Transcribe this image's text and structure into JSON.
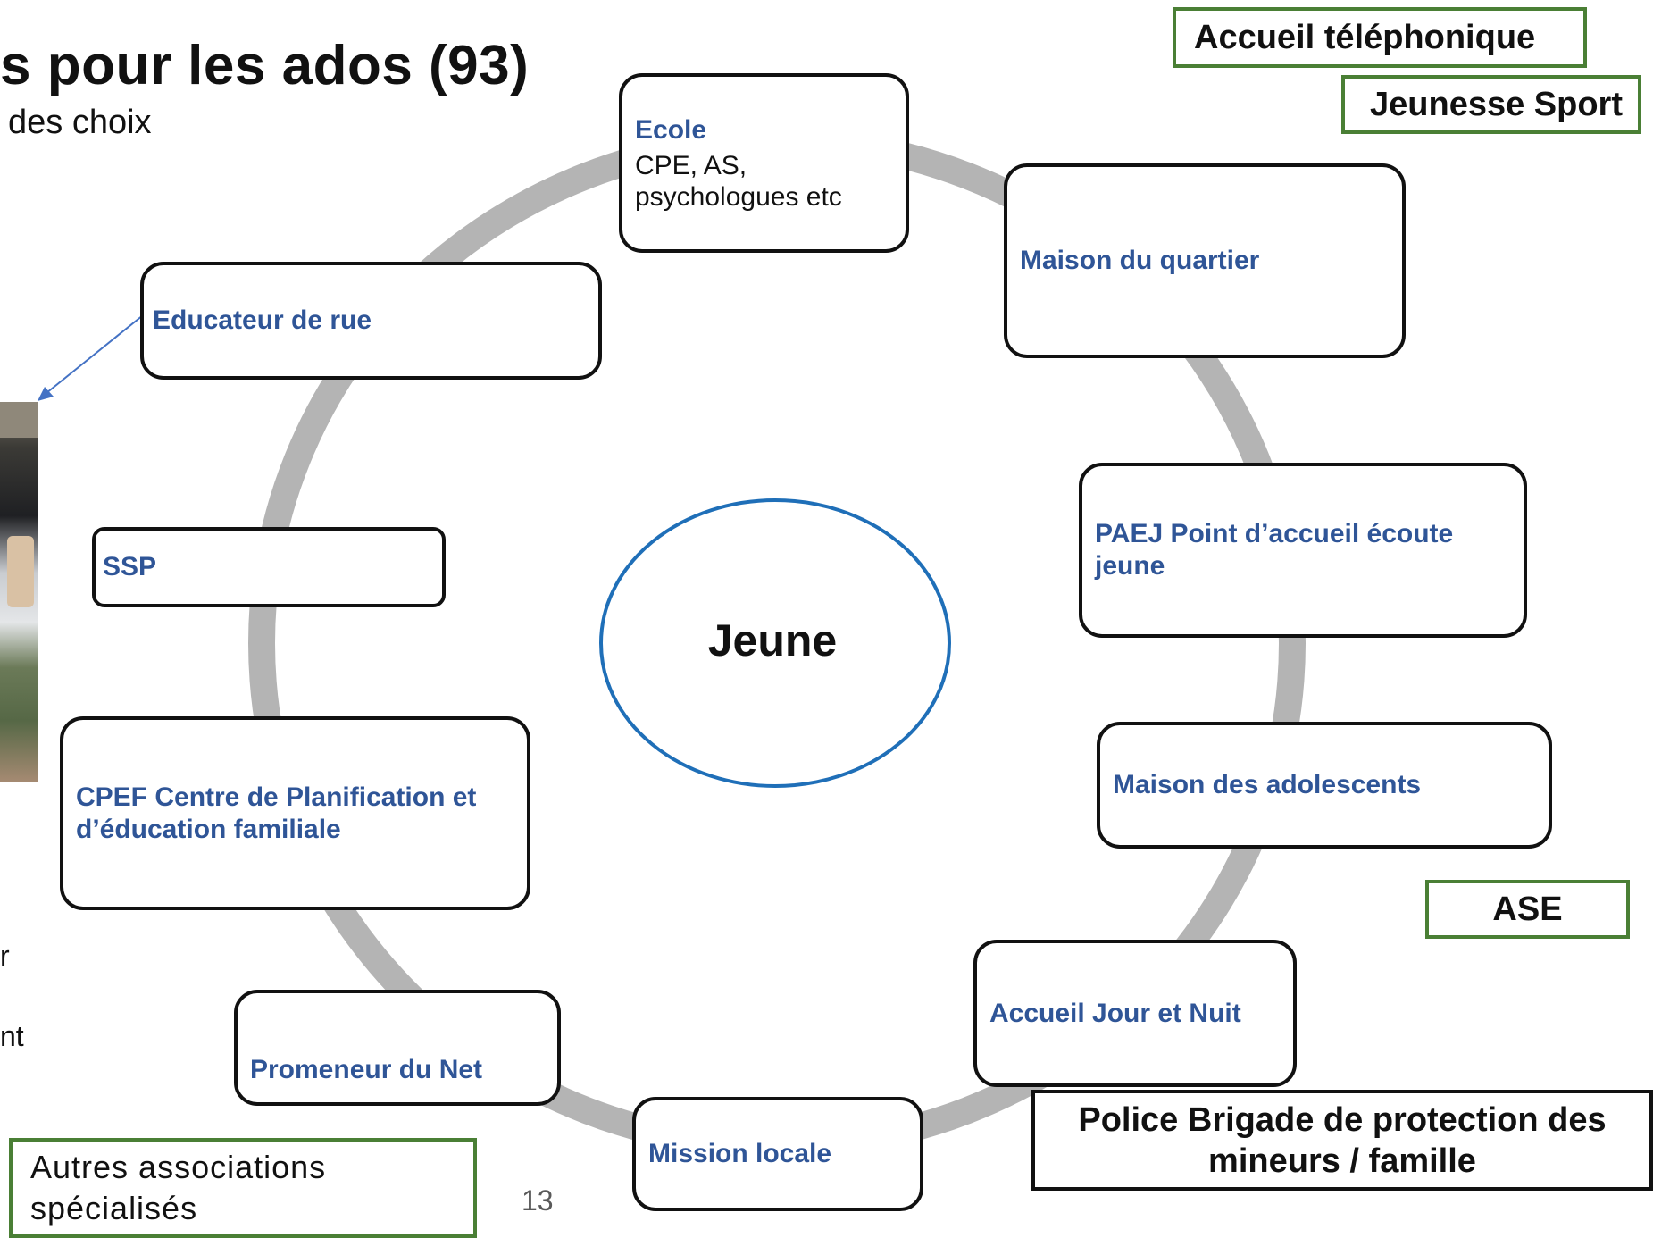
{
  "title": "s pour les ados (93)",
  "subtitle": "des choix",
  "center_label": "Jeune",
  "nodes": {
    "ecole_title": "Ecole",
    "ecole_sub": "CPE, AS, psychologues etc",
    "maison_quartier": "Maison du quartier",
    "paej": "PAEJ Point d’accueil écoute jeune",
    "maison_ados": "Maison des adolescents",
    "accueil_jour_nuit": "Accueil Jour et Nuit",
    "mission_locale": "Mission locale",
    "promeneur": "Promeneur du Net",
    "cpef": "CPEF Centre de Planification et d’éducation familiale",
    "ssp": "SSP",
    "educateur": "Educateur de rue"
  },
  "side_boxes": {
    "accueil_tel": "Accueil téléphonique",
    "jeunesse_sport": "Jeunesse Sport",
    "ase": "ASE",
    "police": "Police Brigade de protection des mineurs / famille",
    "autres": "Autres associations spécialisés"
  },
  "fragments": {
    "frag_r": "r",
    "frag_nt": "nt"
  },
  "page_number": "13",
  "colors": {
    "ring": "#b4b4b4",
    "node_title": "#2f5597",
    "center_border": "#1f6fb8",
    "green_border": "#4a7f35",
    "arrow": "#4472c4"
  }
}
